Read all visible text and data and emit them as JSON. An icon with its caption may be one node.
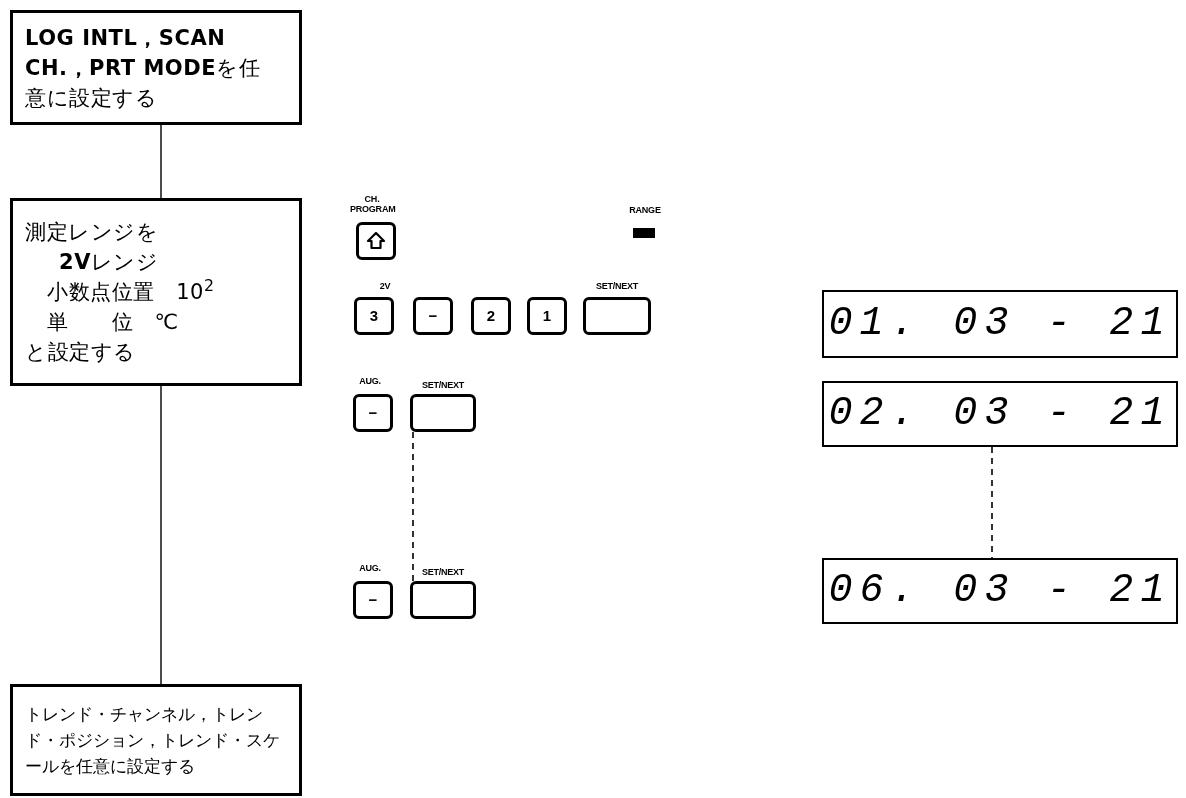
{
  "diagram": {
    "nodes": [
      {
        "text": [
          "**LOG INTL，SCAN CH.，PRT MODE**を任意に設定する"
        ]
      },
      {
        "text": [
          "測定レンジを",
          "**2V**レンジ",
          "小数点位置　10$^{2}$",
          "単　　位　℃",
          "と設定する"
        ]
      },
      {
        "text": [
          "トレンド・チャンネル，トレンド・ポジション，トレンド・スケールを任意に設定する"
        ]
      },
      {
        "text": [],
        "shape": "box",
        "beside": [
          "CH. PROGRAM"
        ]
      },
      {
        "text": [],
        "shape": "bar",
        "beside": [
          "RANGE"
        ]
      },
      {
        "text": [
          "3"
        ],
        "beside": [
          "2V"
        ]
      },
      {
        "text": [
          "−"
        ]
      },
      {
        "text": [
          "2"
        ]
      },
      {
        "text": [
          "1"
        ]
      },
      {
        "text": [],
        "shape": "box",
        "beside": [
          "SET/NEXT"
        ]
      },
      {
        "text": [
          "−"
        ],
        "beside": [
          "AUG."
        ]
      },
      {
        "text": [],
        "shape": "box",
        "beside": [
          "SET/NEXT"
        ]
      },
      {
        "text": [
          "−"
        ],
        "beside": [
          "AUG."
        ]
      },
      {
        "text": [],
        "shape": "box",
        "beside": [
          "SET/NEXT"
        ]
      },
      {
        "text": [
          "01. 03 - 21"
        ]
      },
      {
        "text": [
          "02. 03 - 21"
        ]
      },
      {
        "text": [
          "06. 03 - 21"
        ]
      }
    ],
    "edges": [
      {
        "from": 0,
        "to": 1,
        "arrow": "none"
      },
      {
        "from": 1,
        "to": 2,
        "arrow": "none"
      },
      {
        "from": 11,
        "to": 13,
        "arrow": "none",
        "style": "dashed"
      },
      {
        "from": 15,
        "to": 16,
        "arrow": "none",
        "style": "dashed"
      }
    ]
  }
}
